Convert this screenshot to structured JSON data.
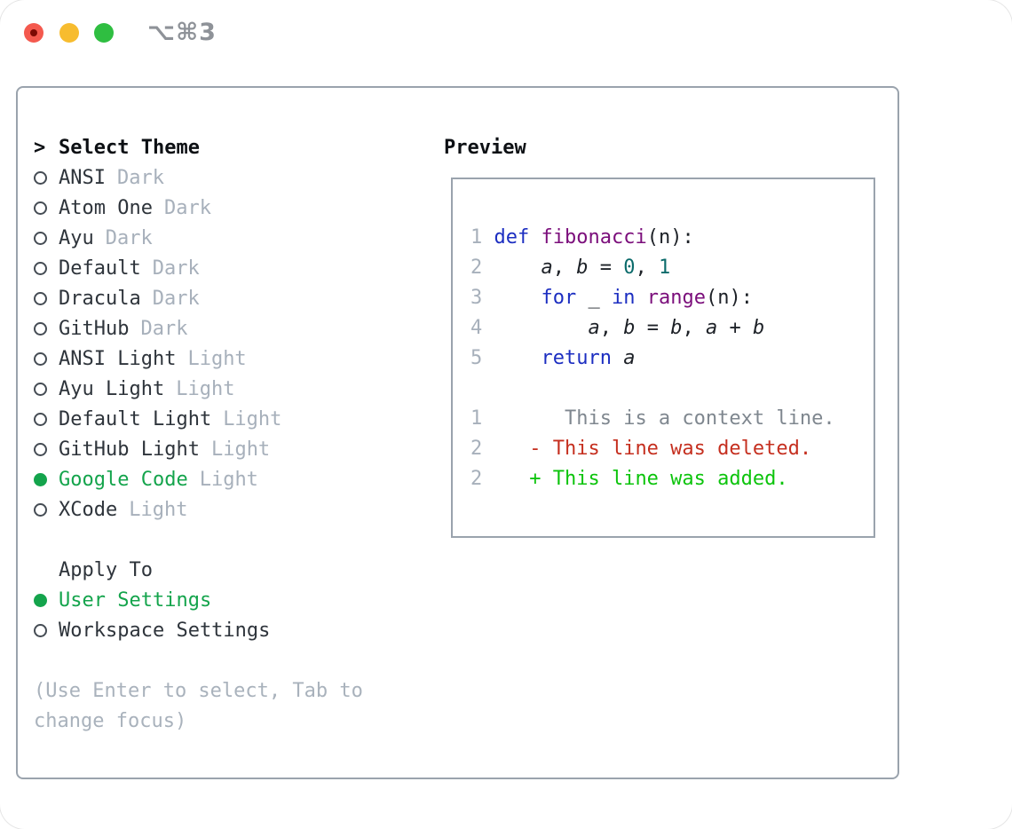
{
  "titlebar": {
    "title": "⌥⌘3",
    "buttons": [
      "close",
      "minimize",
      "zoom"
    ]
  },
  "theme_picker": {
    "header_prefix": ">",
    "header": "Select Theme",
    "items": [
      {
        "label": "ANSI",
        "variant": "Dark",
        "selected": false
      },
      {
        "label": "Atom One",
        "variant": "Dark",
        "selected": false
      },
      {
        "label": "Ayu",
        "variant": "Dark",
        "selected": false
      },
      {
        "label": "Default",
        "variant": "Dark",
        "selected": false
      },
      {
        "label": "Dracula",
        "variant": "Dark",
        "selected": false
      },
      {
        "label": "GitHub",
        "variant": "Dark",
        "selected": false
      },
      {
        "label": "ANSI Light",
        "variant": "Light",
        "selected": false
      },
      {
        "label": "Ayu Light",
        "variant": "Light",
        "selected": false
      },
      {
        "label": "Default Light",
        "variant": "Light",
        "selected": false
      },
      {
        "label": "GitHub Light",
        "variant": "Light",
        "selected": false
      },
      {
        "label": "Google Code",
        "variant": "Light",
        "selected": true
      },
      {
        "label": "XCode",
        "variant": "Light",
        "selected": false
      }
    ],
    "apply_to": {
      "header": "Apply To",
      "options": [
        {
          "label": "User Settings",
          "selected": true
        },
        {
          "label": "Workspace Settings",
          "selected": false
        }
      ]
    },
    "hints": [
      "(Use Enter to select, Tab to",
      "change focus)"
    ]
  },
  "preview": {
    "header": "Preview",
    "lines": [
      [
        {
          "c": "ln",
          "t": "1"
        },
        {
          "c": "pln",
          "t": " "
        },
        {
          "c": "kwd",
          "t": "def"
        },
        {
          "c": "pln",
          "t": " "
        },
        {
          "c": "fn",
          "t": "fibonacci"
        },
        {
          "c": "pln",
          "t": "(n):"
        }
      ],
      [
        {
          "c": "ln",
          "t": "2"
        },
        {
          "c": "pln",
          "t": "     "
        },
        {
          "c": "var",
          "t": "a"
        },
        {
          "c": "pln",
          "t": ", "
        },
        {
          "c": "var",
          "t": "b"
        },
        {
          "c": "pln",
          "t": " = "
        },
        {
          "c": "lit",
          "t": "0"
        },
        {
          "c": "pln",
          "t": ", "
        },
        {
          "c": "lit",
          "t": "1"
        }
      ],
      [
        {
          "c": "ln",
          "t": "3"
        },
        {
          "c": "pln",
          "t": "     "
        },
        {
          "c": "kwd",
          "t": "for"
        },
        {
          "c": "pln",
          "t": " _ "
        },
        {
          "c": "kwd",
          "t": "in"
        },
        {
          "c": "pln",
          "t": " "
        },
        {
          "c": "fn",
          "t": "range"
        },
        {
          "c": "pln",
          "t": "(n):"
        }
      ],
      [
        {
          "c": "ln",
          "t": "4"
        },
        {
          "c": "pln",
          "t": "         "
        },
        {
          "c": "var",
          "t": "a"
        },
        {
          "c": "pln",
          "t": ", "
        },
        {
          "c": "var",
          "t": "b"
        },
        {
          "c": "pln",
          "t": " = "
        },
        {
          "c": "var",
          "t": "b"
        },
        {
          "c": "pln",
          "t": ", "
        },
        {
          "c": "var",
          "t": "a"
        },
        {
          "c": "pln",
          "t": " + "
        },
        {
          "c": "var",
          "t": "b"
        }
      ],
      [
        {
          "c": "ln",
          "t": "5"
        },
        {
          "c": "pln",
          "t": "     "
        },
        {
          "c": "kwd",
          "t": "return"
        },
        {
          "c": "pln",
          "t": " "
        },
        {
          "c": "var",
          "t": "a"
        }
      ],
      [],
      [
        {
          "c": "ln",
          "t": "1"
        },
        {
          "c": "pln",
          "t": "       "
        },
        {
          "c": "ctx",
          "t": "This is a context line."
        }
      ],
      [
        {
          "c": "ln",
          "t": "2"
        },
        {
          "c": "pln",
          "t": "    "
        },
        {
          "c": "del",
          "t": "- This line was deleted."
        }
      ],
      [
        {
          "c": "ln",
          "t": "2"
        },
        {
          "c": "pln",
          "t": "    "
        },
        {
          "c": "add",
          "t": "+ This line was added."
        }
      ]
    ]
  },
  "colors": {
    "green": "#14a44c",
    "item": "#2e343b",
    "heading": "#0d1014",
    "muted": "#a7b0bb",
    "hint": "#a9b2bc",
    "radio": "#454c54",
    "border": "#9aa3ad",
    "kwd": "#1c2ec1",
    "fn": "#7b0e7b",
    "lit": "#0b6b6b",
    "pln": "#1d2127",
    "ctx": "#7f878f",
    "del": "#c52f1f",
    "add": "#0cc40c",
    "title-gray": "#8e9298",
    "tl-red": "#f4594e",
    "tl-red-dot": "#7c0a04",
    "tl-yellow": "#f7bc2f",
    "tl-green": "#2fbe41"
  }
}
